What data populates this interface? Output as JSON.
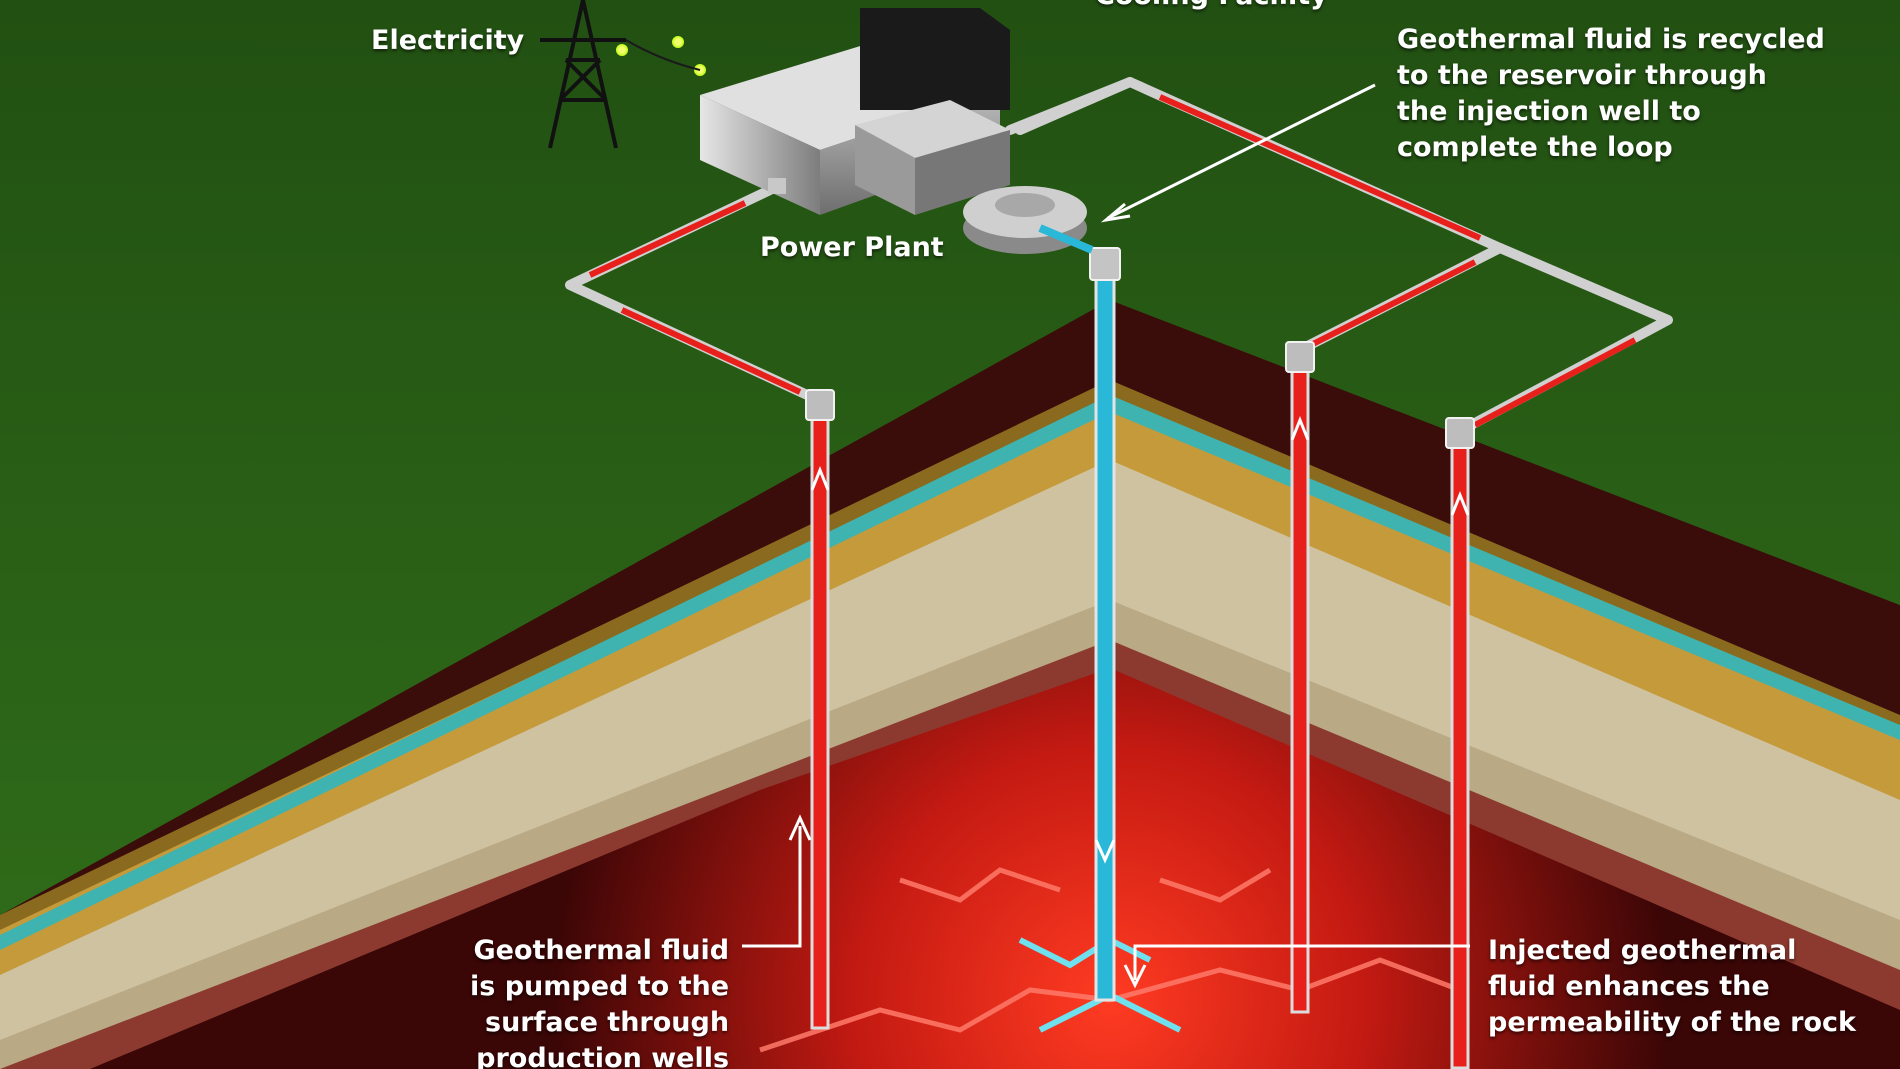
{
  "labels": {
    "electricity": "Electricity",
    "power_plant": "Power Plant",
    "top_cut": "Cooling Facility",
    "recycle": [
      "Geothermal fluid is recycled",
      "to the reservoir through",
      "the injection well to",
      "complete the loop"
    ],
    "pumped": [
      "Geothermal fluid",
      "is pumped to the",
      "surface through",
      "production wells"
    ],
    "injected": [
      "Injected geothermal",
      "fluid enhances the",
      "permeability of the rock"
    ]
  },
  "colors": {
    "ground_surface": "#2f6b1a",
    "hot_fluid": "#e8201c",
    "cold_fluid": "#2ab8d8",
    "pipe": "#c9c9c9",
    "aquifer": "#3fb3b0",
    "hot_rock": "#d8281a"
  }
}
